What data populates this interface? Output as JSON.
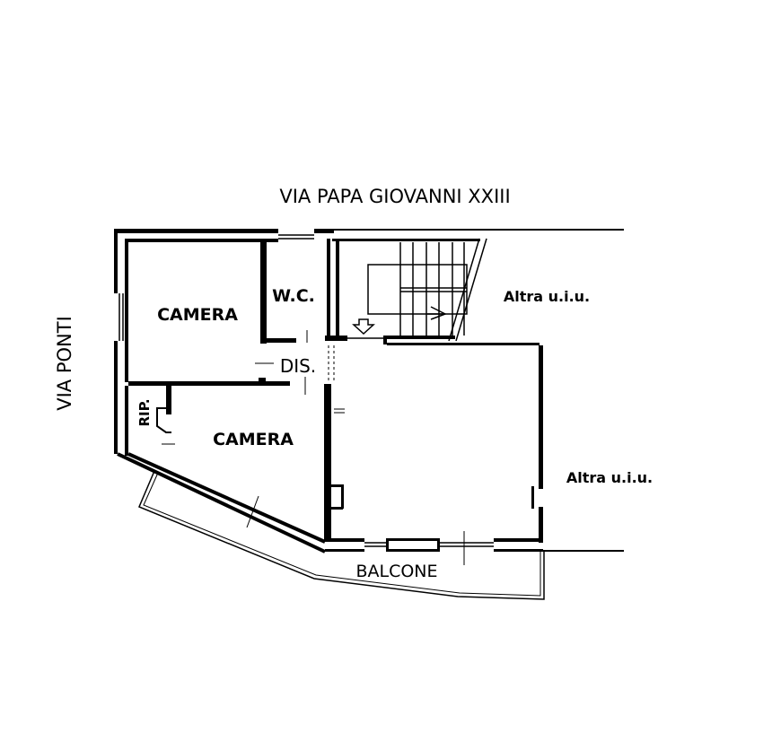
{
  "streets": {
    "north": "VIA PAPA GIOVANNI XXIII",
    "west": "VIA PONTI"
  },
  "rooms": {
    "camera_1": "CAMERA",
    "wc": "W.C.",
    "dis": "DIS.",
    "camera_2": "CAMERA",
    "rip": "RIP.",
    "balcone": "BALCONE"
  },
  "neighbors": {
    "top_right": "Altra u.i.u.",
    "right": "Altra u.i.u."
  },
  "colors": {
    "ink": "#000000",
    "background": "#ffffff"
  }
}
